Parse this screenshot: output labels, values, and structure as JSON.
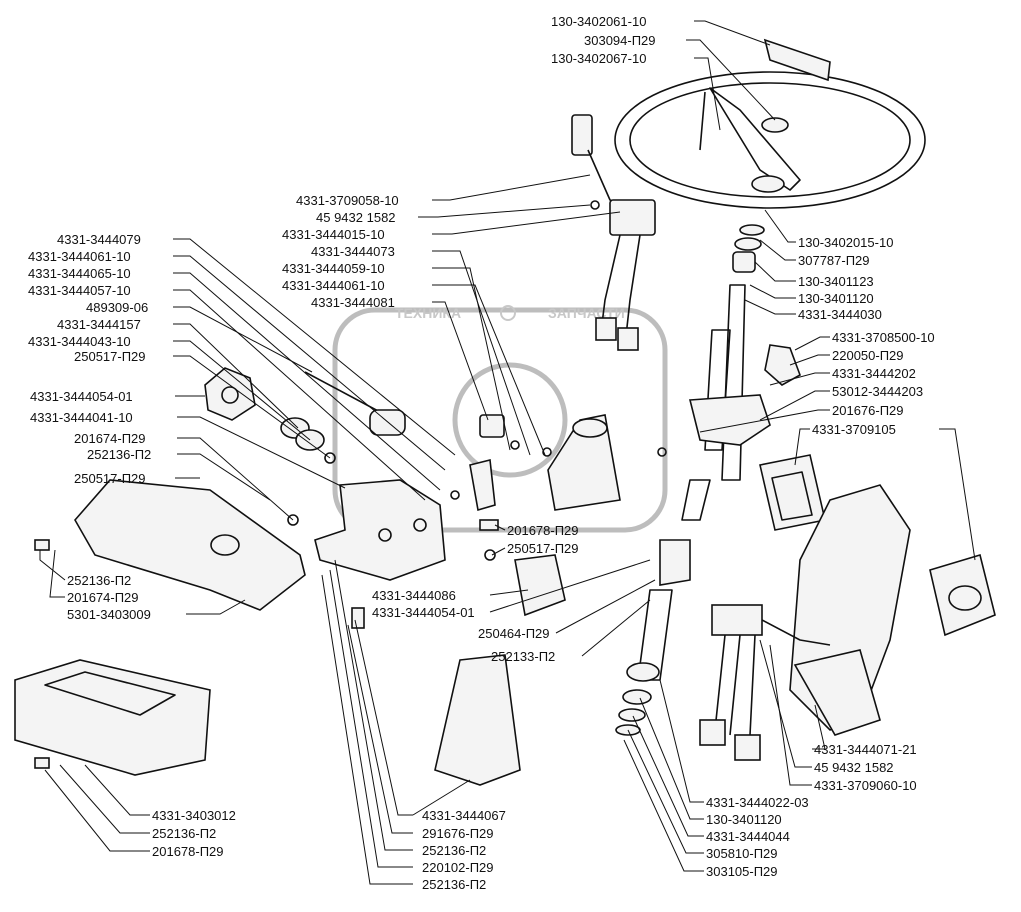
{
  "watermark": {
    "left": "ТЕХНИКА",
    "right": "ЗАПЧАСТИ"
  },
  "callouts": [
    {
      "id": "c1",
      "text": "130-3402061-10"
    },
    {
      "id": "c2",
      "text": "303094-П29"
    },
    {
      "id": "c3",
      "text": "130-3402067-10"
    },
    {
      "id": "c4",
      "text": "4331-3709058-10"
    },
    {
      "id": "c5",
      "text": "45 9432 1582"
    },
    {
      "id": "c6",
      "text": "4331-3444015-10"
    },
    {
      "id": "c7",
      "text": "4331-3444073"
    },
    {
      "id": "c8",
      "text": "4331-3444059-10"
    },
    {
      "id": "c9",
      "text": "4331-3444061-10"
    },
    {
      "id": "c10",
      "text": "4331-3444081"
    },
    {
      "id": "c11",
      "text": "4331-3444079"
    },
    {
      "id": "c12",
      "text": "4331-3444061-10"
    },
    {
      "id": "c13",
      "text": "4331-3444065-10"
    },
    {
      "id": "c14",
      "text": "4331-3444057-10"
    },
    {
      "id": "c15",
      "text": "489309-06"
    },
    {
      "id": "c16",
      "text": "4331-3444157"
    },
    {
      "id": "c17",
      "text": "4331-3444043-10"
    },
    {
      "id": "c18",
      "text": "250517-П29"
    },
    {
      "id": "c19",
      "text": "4331-3444054-01"
    },
    {
      "id": "c20",
      "text": "4331-3444041-10"
    },
    {
      "id": "c21",
      "text": "201674-П29"
    },
    {
      "id": "c22",
      "text": "252136-П2"
    },
    {
      "id": "c23",
      "text": "250517-П29"
    },
    {
      "id": "c24",
      "text": "252136-П2"
    },
    {
      "id": "c25",
      "text": "201674-П29"
    },
    {
      "id": "c26",
      "text": "5301-3403009"
    },
    {
      "id": "c27",
      "text": "130-3402015-10"
    },
    {
      "id": "c28",
      "text": "307787-П29"
    },
    {
      "id": "c29",
      "text": "130-3401123"
    },
    {
      "id": "c30",
      "text": "130-3401120"
    },
    {
      "id": "c31",
      "text": "4331-3444030"
    },
    {
      "id": "c32",
      "text": "4331-3708500-10"
    },
    {
      "id": "c33",
      "text": "220050-П29"
    },
    {
      "id": "c34",
      "text": "4331-3444202"
    },
    {
      "id": "c35",
      "text": "53012-3444203"
    },
    {
      "id": "c36",
      "text": "201676-П29"
    },
    {
      "id": "c37",
      "text": "4331-3709105"
    },
    {
      "id": "c38",
      "text": "201678-П29"
    },
    {
      "id": "c39",
      "text": "250517-П29"
    },
    {
      "id": "c40",
      "text": "4331-3444086"
    },
    {
      "id": "c41",
      "text": "4331-3444054-01"
    },
    {
      "id": "c42",
      "text": "250464-П29"
    },
    {
      "id": "c43",
      "text": "252133-П2"
    },
    {
      "id": "c44",
      "text": "4331-3444071-21"
    },
    {
      "id": "c45",
      "text": "45 9432 1582"
    },
    {
      "id": "c46",
      "text": "4331-3709060-10"
    },
    {
      "id": "c47",
      "text": "4331-3444022-03"
    },
    {
      "id": "c48",
      "text": "130-3401120"
    },
    {
      "id": "c49",
      "text": "4331-3444044"
    },
    {
      "id": "c50",
      "text": "305810-П29"
    },
    {
      "id": "c51",
      "text": "303105-П29"
    },
    {
      "id": "c52",
      "text": "4331-3444067"
    },
    {
      "id": "c53",
      "text": "291676-П29"
    },
    {
      "id": "c54",
      "text": "252136-П2"
    },
    {
      "id": "c55",
      "text": "220102-П29"
    },
    {
      "id": "c56",
      "text": "252136-П2"
    },
    {
      "id": "c57",
      "text": "4331-3403012"
    },
    {
      "id": "c58",
      "text": "252136-П2"
    },
    {
      "id": "c59",
      "text": "201678-П29"
    }
  ]
}
